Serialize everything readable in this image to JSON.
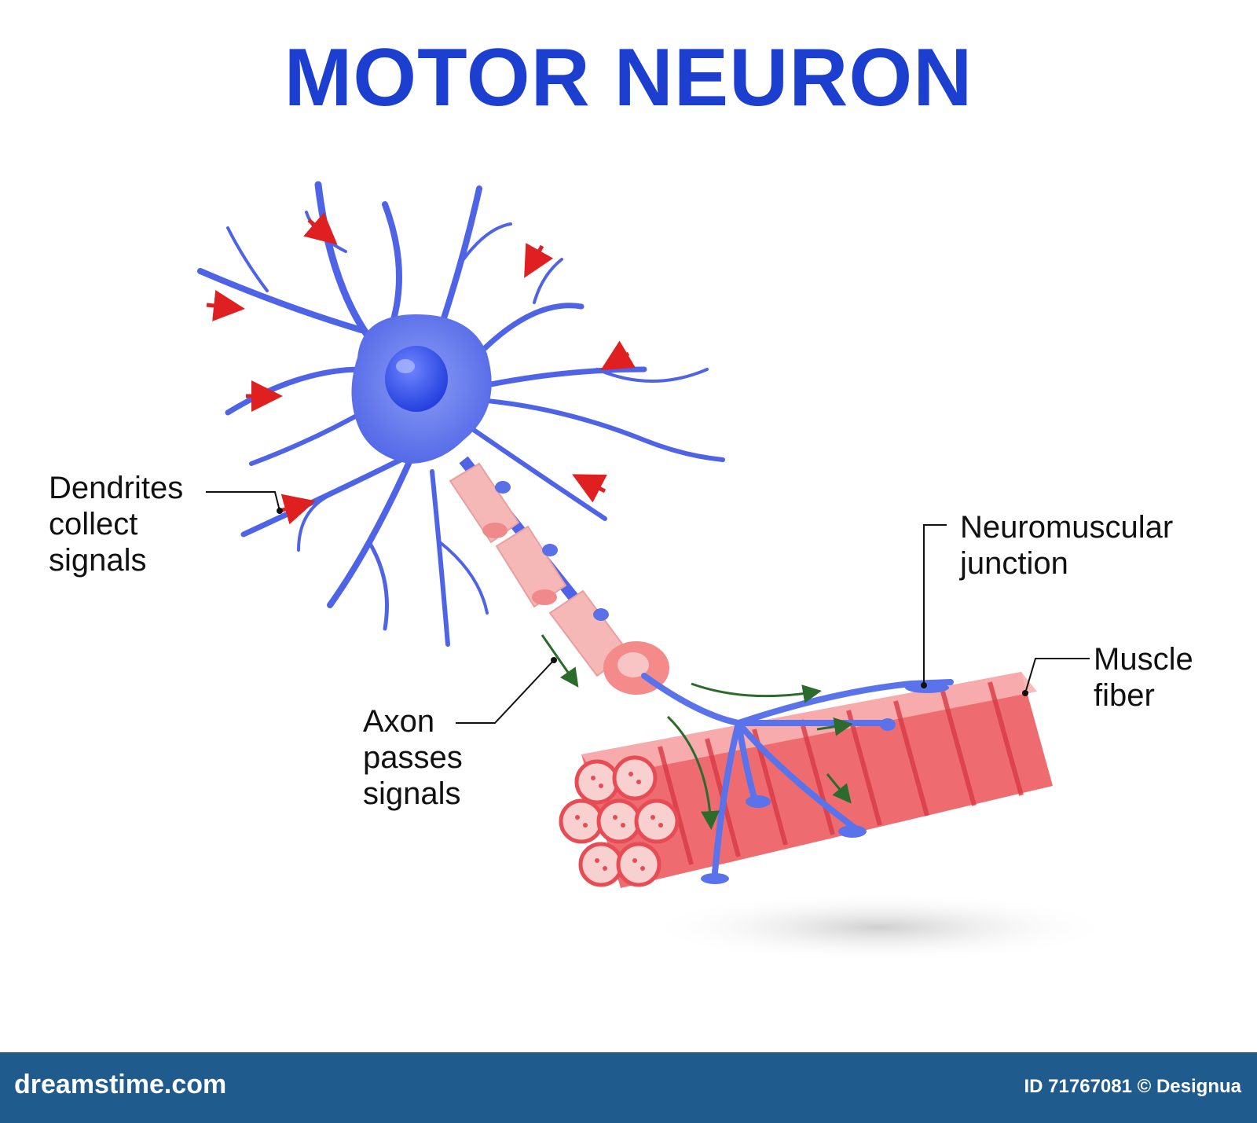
{
  "title": "MOTOR NEURON",
  "labels": {
    "dendrites": [
      "Dendrites",
      "collect",
      "signals"
    ],
    "axon": [
      "Axon",
      "passes",
      "signals"
    ],
    "junction": [
      "Neuromuscular",
      "junction"
    ],
    "muscle": [
      "Muscle",
      "fiber"
    ]
  },
  "footer": {
    "brand": "dreamstime.com",
    "id_text": "ID 71767081 © Designua"
  },
  "colors": {
    "title": "#1d3fd0",
    "neuron": "#5a6fe8",
    "nucleus": "#2a44e0",
    "myelin": "#f4a7a7",
    "muscle": "#e9555c",
    "input_arrow": "#e02020",
    "signal_arrow": "#2d6b2d",
    "footer": "#1f5b8d"
  }
}
